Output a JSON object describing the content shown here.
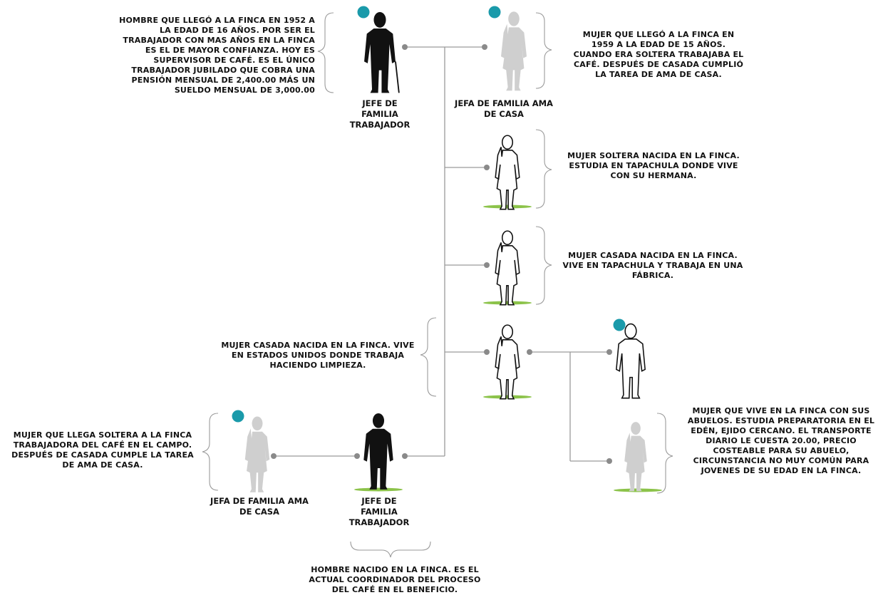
{
  "colors": {
    "line": "#9a9a9a",
    "dot": "#8a8a8a",
    "teal_marker": "#1a9aaa",
    "green_base": "#8cc34a",
    "figure_dark": "#111111",
    "figure_light": "#cfcfcf",
    "figure_outline": "#111111"
  },
  "people": {
    "grandfather": {
      "label": "Jefe de familia trabajador",
      "description": "Hombre que llegó a la finca en 1952 a la edad de 16 años. Por ser el trabajador con mas años en la finca es el de mayor confianza. Hoy es supervisor de café. Es el único trabajador jubilado que cobra una pensión mensual de 2,400.00 más un sueldo mensual de 3,000.00"
    },
    "grandmother": {
      "label": "Jefa de familia ama de casa",
      "description": "Mujer que llegó a la finca en 1959 a la edad de 15 años. Cuando era soltera trabajaba el café. Después de casada cumplió la tarea de ama de casa."
    },
    "daughter1": {
      "description": "Mujer soltera nacida en la finca. Estudia en Tapachula donde vive con su hermana."
    },
    "daughter2": {
      "description": "Mujer casada nacida en la finca. Vive en Tapachula y trabaja en una fábrica."
    },
    "daughter3": {
      "description": "Mujer casada nacida en la finca. Vive en Estados Unidos donde trabaja haciendo limpieza."
    },
    "son": {
      "label": "Jefe de familia trabajador",
      "description": "Hombre nacido en la finca. Es el actual coordinador del proceso del café en el beneficio."
    },
    "son_wife": {
      "label": "Jefa de familia ama de casa",
      "description": "Mujer que llega soltera a la finca trabajadora del café en el campo. Después de casada cumple la tarea de ama de casa."
    },
    "granddaughter": {
      "description": "Mujer que vive en la finca con sus abuelos. Estudia preparatoria en el Edén, ejido cercano. El transporte diario le cuesta 20.00, precio costeable para su abuelo, circunstancia no muy común para jovenes de su edad en la finca."
    }
  }
}
